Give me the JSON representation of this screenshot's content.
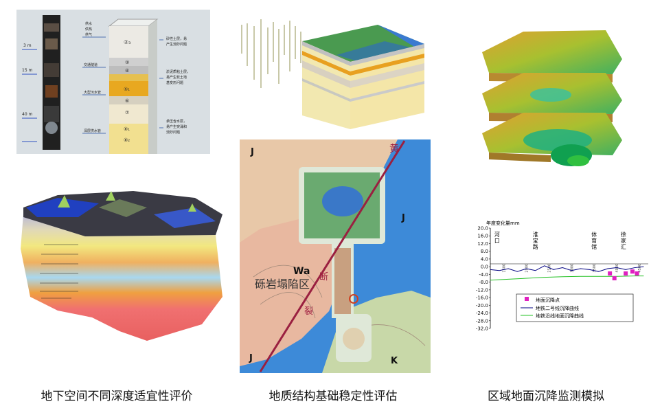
{
  "captions": [
    "地下空间不同深度适宜性评价",
    "地质结构基础稳定性评估",
    "区域地面沉降监测模拟"
  ],
  "depth_panel": {
    "depth_labels": [
      "3 m",
      "15 m",
      "40 m"
    ],
    "left_labels": [
      "供水",
      "供热",
      "供气",
      "交通隧道",
      "大型污水管",
      "深层供水管"
    ],
    "layer_ids": [
      "②₃",
      "③",
      "④",
      "⑤₁",
      "⑥",
      "⑦",
      "⑧₁",
      "⑧₂"
    ],
    "right_notes": [
      [
        "砂性土层，易",
        "产生流砂问题"
      ],
      [
        "淤泥质粘土层，",
        "易产生软土地",
        "基变形问题"
      ],
      [
        "承压含水层，",
        "易产生突涌和",
        "流砂问题"
      ]
    ]
  },
  "map_panel": {
    "corner_labels": [
      "J",
      "J",
      "J",
      "K"
    ],
    "region_label": "砾岩塌陷区",
    "wa_label": "Wa",
    "fault_chars": [
      "黄",
      "断",
      "裂"
    ]
  },
  "subsidence_chart": {
    "header": "年度变化量mm",
    "y_ticks": [
      "20.0",
      "16.0",
      "12.0",
      "8.0",
      "4.0",
      "0.0",
      "-4.0",
      "-8.0",
      "-12.0",
      "-16.0",
      "-20.0",
      "-24.0",
      "-28.0",
      "-32.0"
    ],
    "station_labels": [
      [
        "河",
        "口"
      ],
      [
        "淮",
        "宝",
        "路"
      ],
      [
        "体",
        "育",
        "馆"
      ],
      [
        "徐",
        "家",
        "汇"
      ]
    ],
    "x_ticks": [
      "1500",
      "2000",
      "2500",
      "3000",
      "3500",
      "4000",
      "4500"
    ],
    "legend": [
      "地面沉降点",
      "地铁二号线沉降曲线",
      "地铁沿线地面沉降曲线"
    ],
    "colors": {
      "point": "#e020c0",
      "metro": "#000080",
      "ground": "#22c022"
    }
  },
  "chart_data": {
    "type": "line",
    "ylabel": "年度变化量mm",
    "ylim": [
      -32,
      20
    ],
    "x_ticks": [
      1500,
      2000,
      2500,
      3000,
      3500,
      4000,
      4500
    ],
    "series": [
      {
        "name": "地铁二号线沉降曲线",
        "x": [
          1200,
          1400,
          1600,
          1800,
          2000,
          2200,
          2400,
          2600,
          2800,
          3000,
          3200,
          3400,
          3600,
          3800,
          4000,
          4200,
          4400,
          4600
        ],
        "values": [
          -1.5,
          -2.0,
          -1.0,
          -2.5,
          -1.0,
          -2.0,
          0.5,
          -1.5,
          -0.5,
          -2.0,
          -1.0,
          -1.5,
          -2.5,
          -1.0,
          -0.5,
          -1.5,
          -0.5,
          0.0
        ]
      },
      {
        "name": "地铁沿线地面沉降曲线",
        "x": [
          1200,
          1600,
          2000,
          2400,
          2800,
          3200,
          3600,
          4000,
          4400,
          4600
        ],
        "values": [
          -7.0,
          -6.5,
          -6.0,
          -5.5,
          -5.2,
          -5.0,
          -5.0,
          -5.0,
          -4.8,
          -4.8
        ]
      },
      {
        "name": "地面沉降点",
        "x": [
          3850,
          3950,
          4200,
          4350,
          4450
        ],
        "values": [
          -3.5,
          -6.0,
          -3.5,
          -2.5,
          -3.5
        ]
      }
    ]
  }
}
